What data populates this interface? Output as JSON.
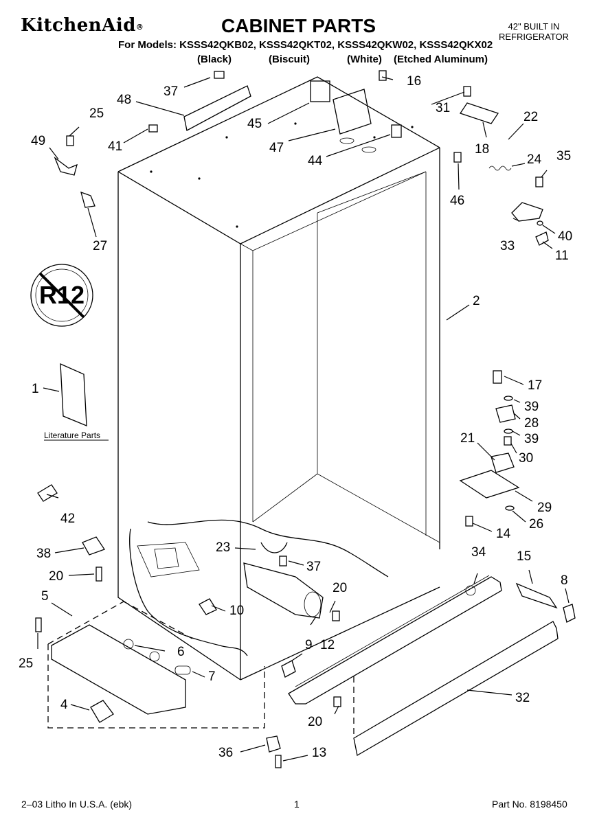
{
  "header": {
    "brand": "KitchenAid",
    "brand_mark": "®",
    "title": "CABINET PARTS",
    "product_line1": "42\" BUILT IN",
    "product_line2": "REFRIGERATOR",
    "models": "For Models: KSSS42QKB02, KSSS42QKT02, KSSS42QKW02, KSSS42QKX02",
    "finishes": [
      "(Black)",
      "(Biscuit)",
      "(White)",
      "(Etched Aluminum)"
    ]
  },
  "labels": {
    "literature_parts": "Literature Parts",
    "no_r12_symbol": "R12"
  },
  "callouts": [
    "1",
    "2",
    "4",
    "5",
    "6",
    "7",
    "8",
    "9",
    "10",
    "11",
    "12",
    "13",
    "14",
    "15",
    "16",
    "17",
    "18",
    "20",
    "20",
    "20",
    "21",
    "22",
    "23",
    "24",
    "25",
    "25",
    "26",
    "27",
    "28",
    "29",
    "30",
    "31",
    "32",
    "33",
    "34",
    "35",
    "36",
    "37",
    "37",
    "38",
    "39",
    "39",
    "40",
    "41",
    "42",
    "44",
    "45",
    "46",
    "47",
    "48",
    "49"
  ],
  "footer": {
    "left": "2–03 Litho In U.S.A. (ebk)",
    "center": "1",
    "right": "Part No. 8198450"
  }
}
